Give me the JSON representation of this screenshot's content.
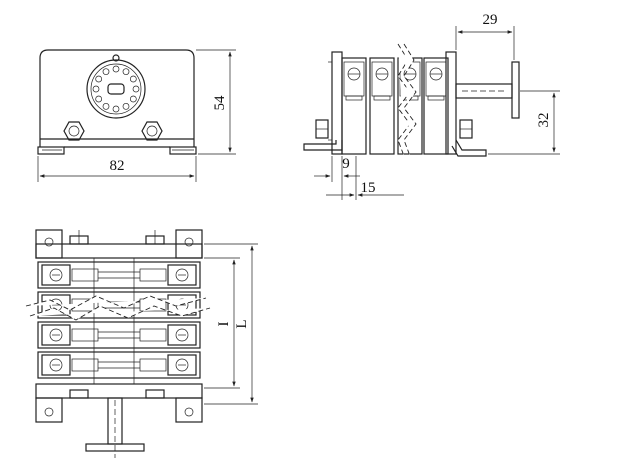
{
  "dimensions": {
    "front_width": "82",
    "front_height": "54",
    "side_shaft_length": "29",
    "side_shaft_height": "32",
    "side_offset": "9",
    "side_pitch": "15",
    "top_inner_length": "I",
    "top_overall_length": "L"
  },
  "colors": {
    "line": "#222222",
    "background": "#ffffff"
  }
}
